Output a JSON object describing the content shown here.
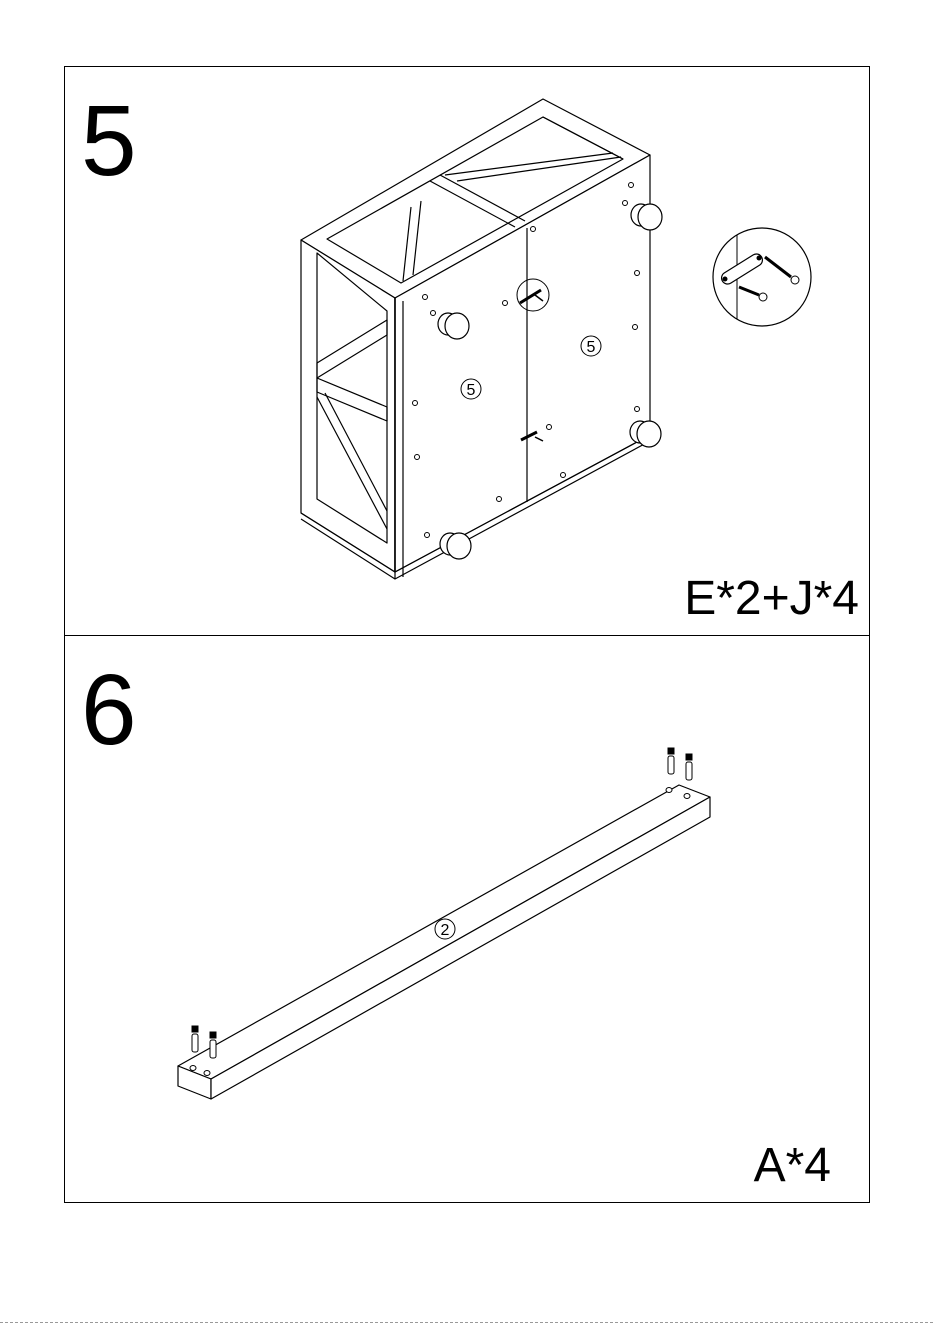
{
  "step5": {
    "number": "5",
    "quantity": "E*2+J*4",
    "part_labels": [
      "5",
      "5"
    ]
  },
  "step6": {
    "number": "6",
    "quantity": "A*4",
    "part_label": "2"
  }
}
